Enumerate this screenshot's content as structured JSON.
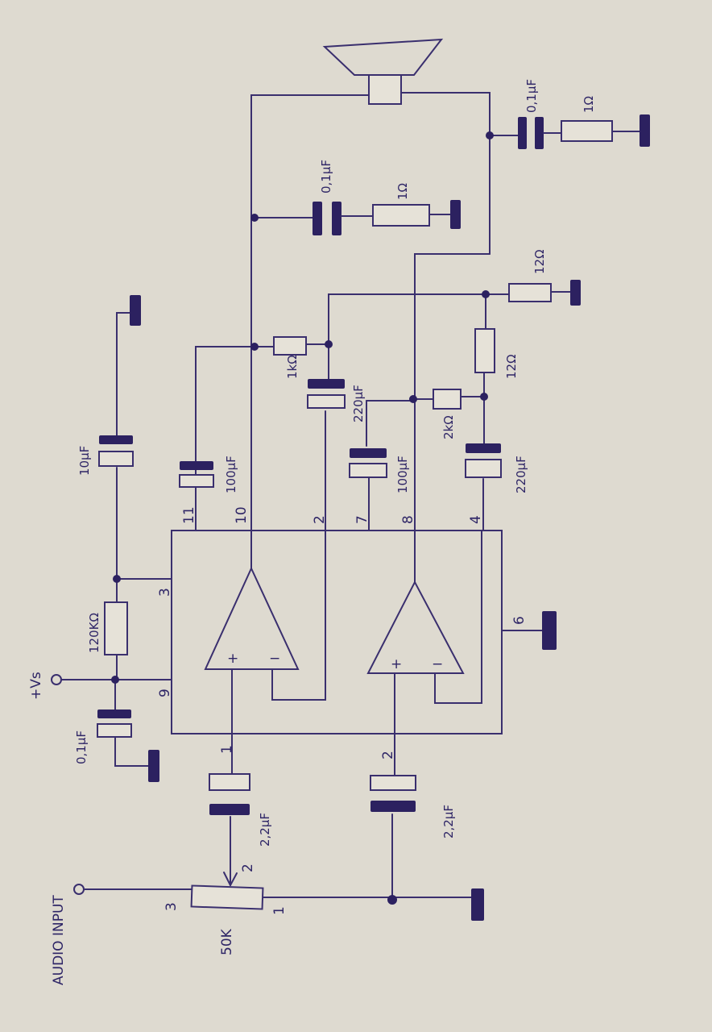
{
  "labels": {
    "audio_input": "AUDIO INPUT",
    "pot_value": "50K",
    "pot_pin1": "1",
    "pot_pin2": "2",
    "pot_pin3": "3",
    "vs": "+Vs",
    "c_vs": "0,1µF",
    "r_bias": "120KΩ",
    "c_10u": "10µF",
    "c_in1": "2,2µF",
    "c_in2": "2,2µF",
    "c_pin11": "100µF",
    "r_1k": "1kΩ",
    "c_220_top": "220µF",
    "c_100_mid": "100µF",
    "r_2k": "2kΩ",
    "c_220_bot": "220µF",
    "r_12_a": "12Ω",
    "r_12_b": "12Ω",
    "c_zobel1": "0,1µF",
    "r_zobel1": "1Ω",
    "c_zobel2": "0,1µF",
    "r_zobel2": "1Ω"
  },
  "pins": {
    "p1": "1",
    "p2": "2",
    "p3": "3",
    "p9": "9",
    "p11": "11",
    "p10": "10",
    "p2b": "2",
    "p7": "7",
    "p8": "8",
    "p4": "4",
    "p6": "6"
  },
  "opamp": {
    "plus": "+",
    "minus": "−"
  }
}
